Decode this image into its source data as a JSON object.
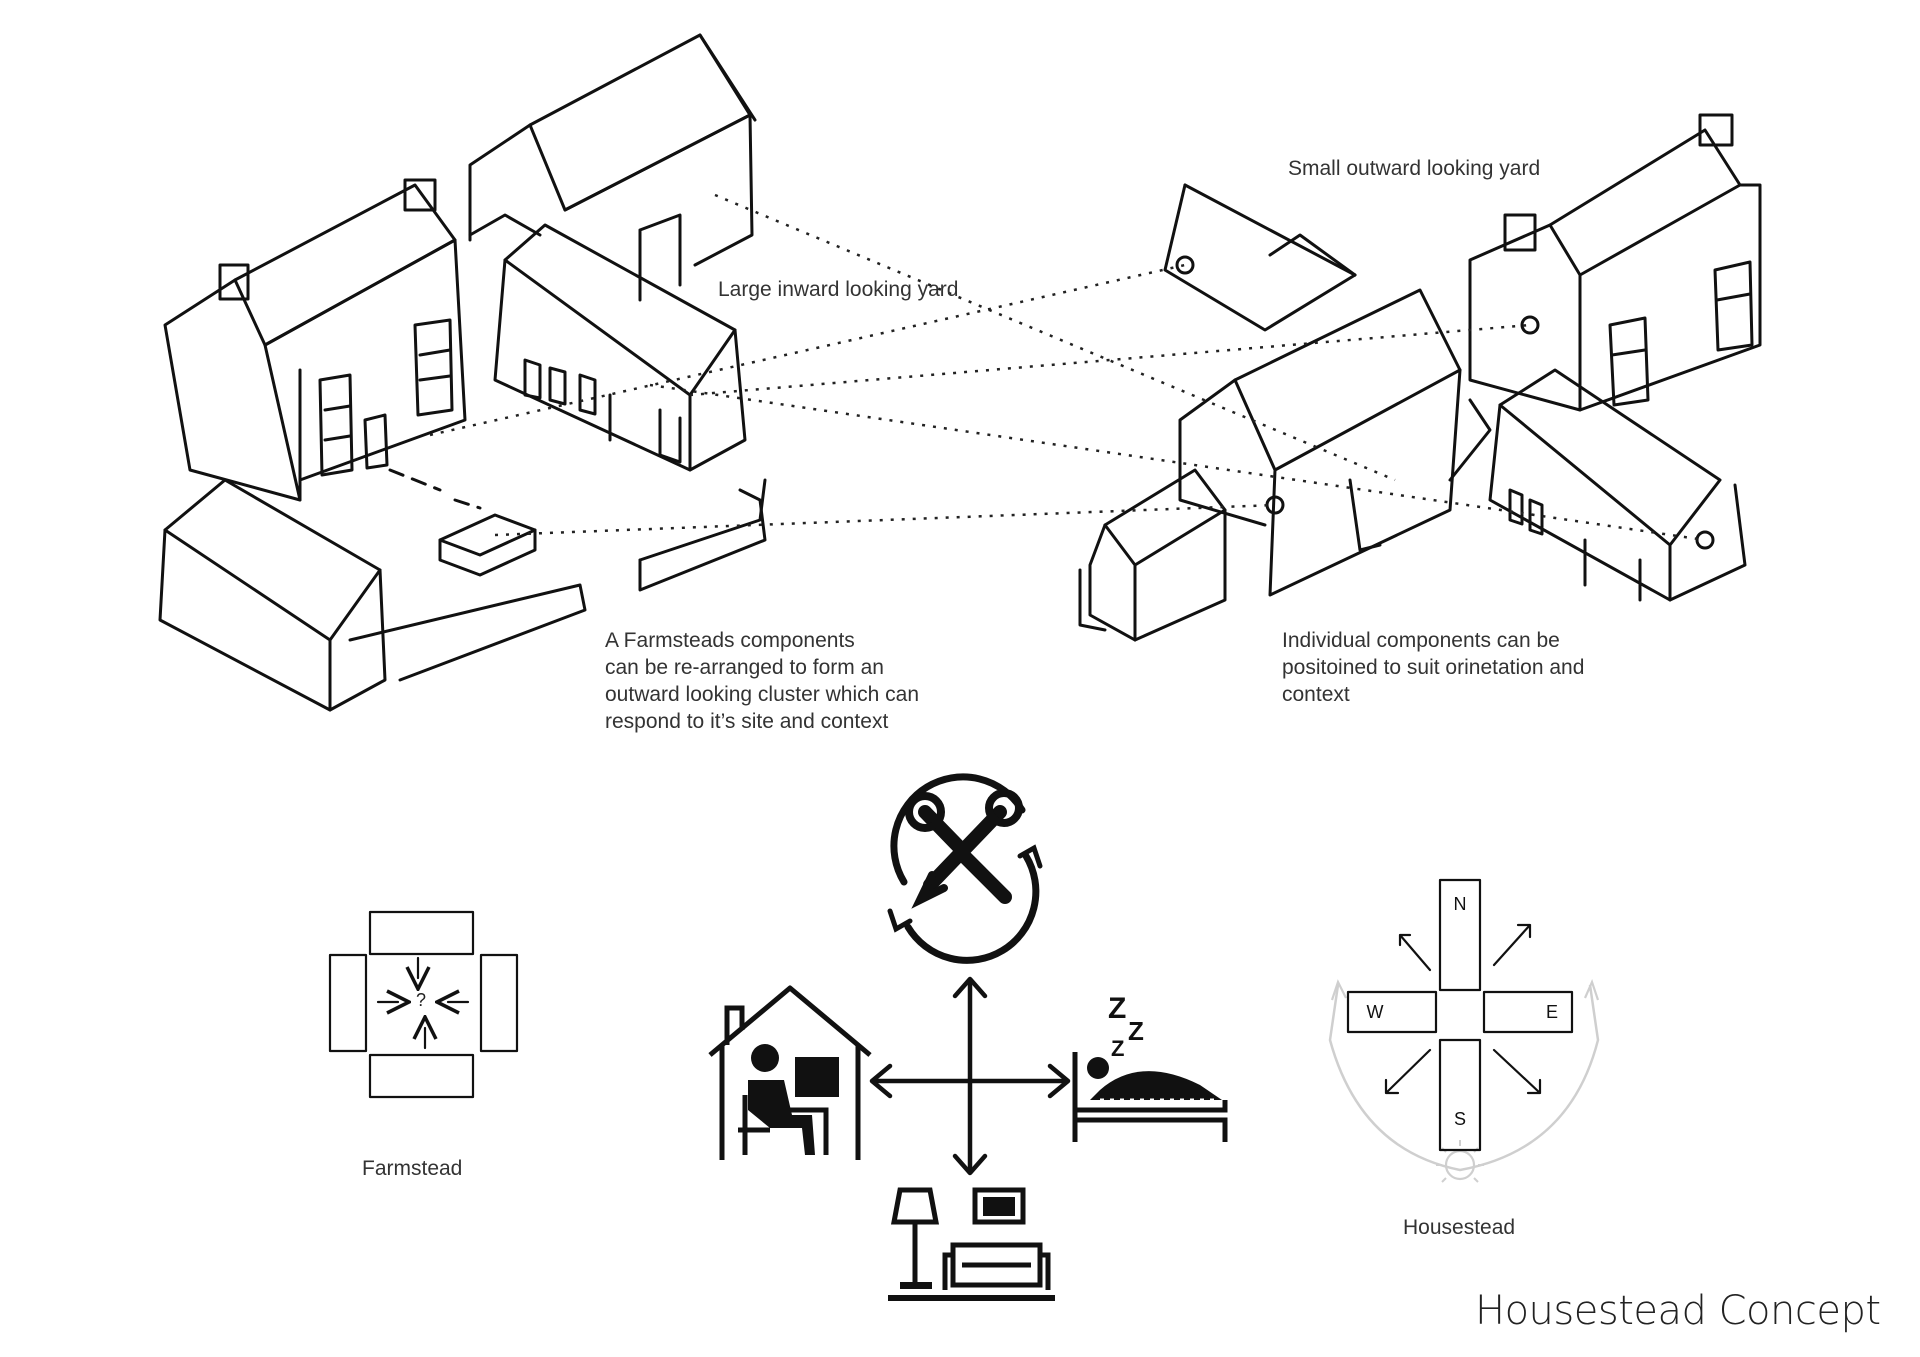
{
  "annotations": {
    "large_yard": "Large inward looking yard",
    "small_yard": "Small outward looking yard",
    "farmstead_components": "A Farmsteads components\ncan be re-arranged to form an\noutward looking cluster which can\nrespond to it’s site and context",
    "individual_components": "Individual components can be\npositoined to suit orinetation and\ncontext"
  },
  "diagrams": {
    "farmstead_label": "Farmstead",
    "farmstead_mark": "?",
    "housestead_label": "Housestead",
    "compass": {
      "north": "N",
      "south": "S",
      "east": "E",
      "west": "W"
    },
    "sleep_glyph": "Z"
  },
  "title": "Housestead Concept",
  "colors": {
    "ink": "#111111",
    "sun_arc": "#c8c8c8",
    "text": "#333333"
  }
}
